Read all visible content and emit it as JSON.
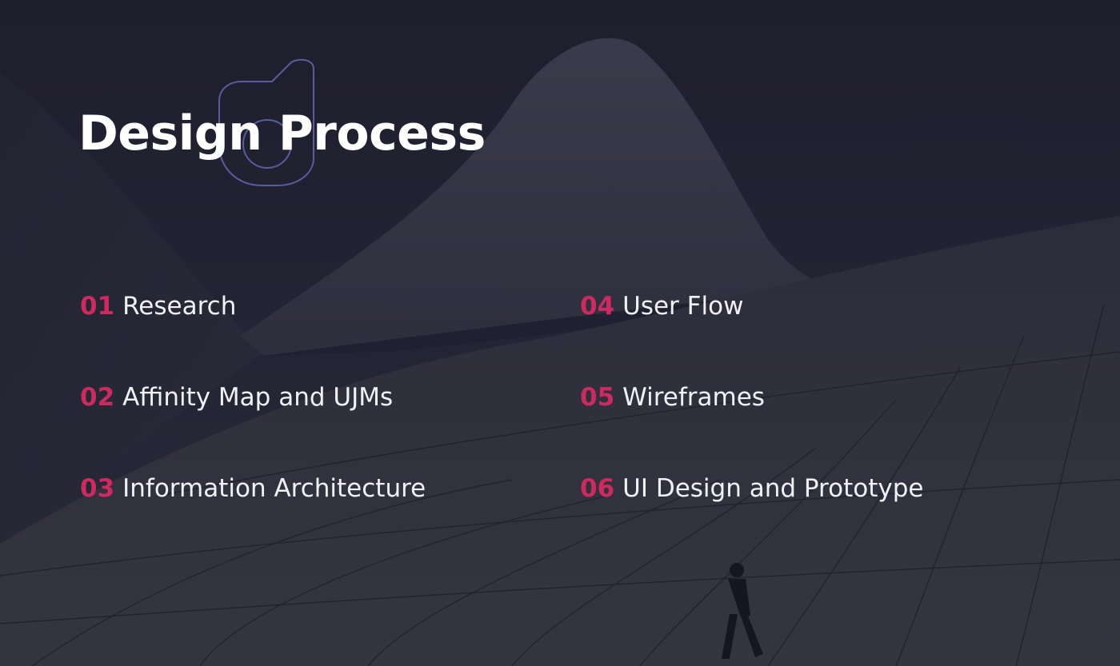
{
  "slide": {
    "title": "Design Process",
    "accent_color": "#cf2a5f",
    "text_color": "#ffffff",
    "background_color": "#20212f",
    "logo_icon": "outlined-d-logo-icon",
    "background_image": "curved-architecture-with-walking-figure-photo",
    "steps": [
      {
        "number": "01",
        "label": "Research"
      },
      {
        "number": "02",
        "label": "Affinity Map and UJMs"
      },
      {
        "number": "03",
        "label": "Information Architecture"
      },
      {
        "number": "04",
        "label": "User Flow"
      },
      {
        "number": "05",
        "label": "Wireframes"
      },
      {
        "number": "06",
        "label": "UI Design and Prototype"
      }
    ]
  }
}
